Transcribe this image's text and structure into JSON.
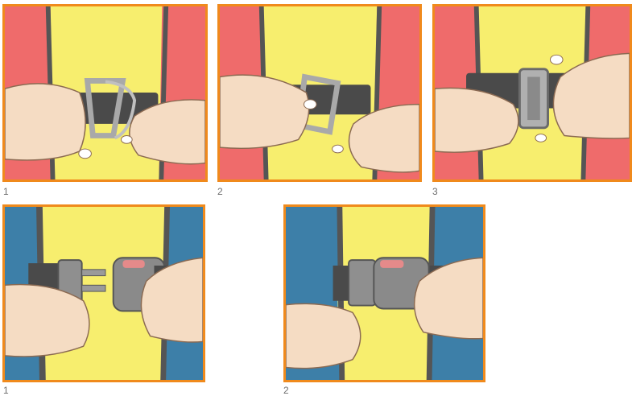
{
  "top_row": {
    "step_labels": [
      "1",
      "2",
      "3"
    ]
  },
  "bottom_row": {
    "step_labels": [
      "1",
      "2"
    ]
  },
  "colors": {
    "frame": "#f08a1c",
    "vest_red": "#ef6b6b",
    "vest_blue": "#3d7fa8",
    "background_yellow": "#f7ee6e",
    "strap_gray": "#4a4a4a",
    "skin": "#f5dcc3"
  }
}
